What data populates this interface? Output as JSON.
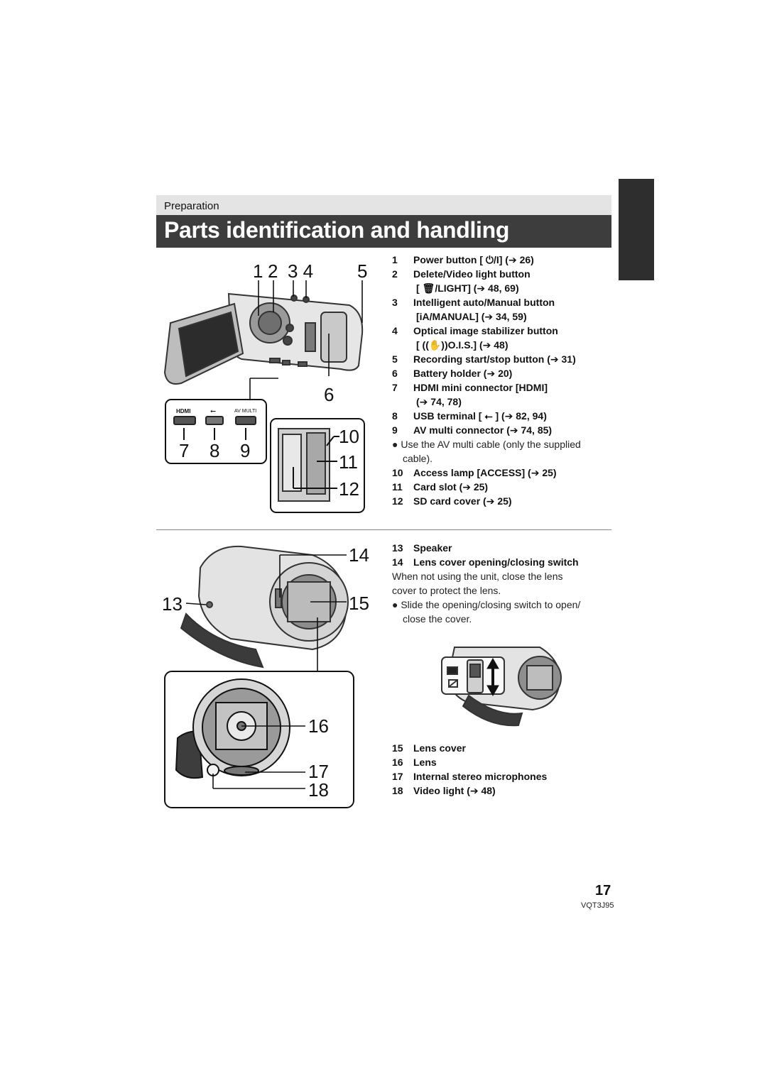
{
  "header": {
    "section_label": "Preparation",
    "page_title": "Parts identification and handling"
  },
  "callouts": {
    "c1": "1",
    "c2": "2",
    "c34": "3 4",
    "c5": "5",
    "c6": "6",
    "c7": "7",
    "c8": "8",
    "c9": "9",
    "c10": "10",
    "c11": "11",
    "c12": "12",
    "c13": "13",
    "c14": "14",
    "c15": "15",
    "c16": "16",
    "c17": "17",
    "c18": "18"
  },
  "connector_labels": {
    "av_multi": "AV MULTI"
  },
  "parts_top": [
    {
      "num": "1",
      "text": "Power button [ ⏻/I] (➔ 26)"
    },
    {
      "num": "2",
      "text": "Delete/Video light button"
    },
    {
      "num": "",
      "text": "[ 🗑/LIGHT] (➔ 48, 69)"
    },
    {
      "num": "3",
      "text": "Intelligent auto/Manual button"
    },
    {
      "num": "",
      "text": "[iA/MANUAL] (➔ 34, 59)"
    },
    {
      "num": "4",
      "text": "Optical image stabilizer button"
    },
    {
      "num": "",
      "text": "[ ((✋))O.I.S.] (➔ 48)"
    },
    {
      "num": "5",
      "text": "Recording start/stop button (➔ 31)"
    },
    {
      "num": "6",
      "text": "Battery holder (➔ 20)"
    },
    {
      "num": "7",
      "text": "HDMI mini connector [HDMI]"
    },
    {
      "num": "",
      "text": "(➔ 74, 78)"
    },
    {
      "num": "8",
      "text": "USB terminal [ ⭠ ] (➔ 82, 94)"
    },
    {
      "num": "9",
      "text": "AV multi connector (➔ 74, 85)"
    }
  ],
  "note_av": [
    "● Use the AV multi cable (only the supplied",
    "cable)."
  ],
  "parts_mid": [
    {
      "num": "10",
      "text": "Access lamp [ACCESS] (➔ 25)"
    },
    {
      "num": "11",
      "text": "Card slot (➔ 25)"
    },
    {
      "num": "12",
      "text": "SD card cover (➔ 25)"
    }
  ],
  "parts_lower": [
    {
      "num": "13",
      "text": "Speaker"
    },
    {
      "num": "14",
      "text": "Lens cover opening/closing switch"
    }
  ],
  "lens_note": [
    "When not using the unit, close the lens",
    "cover to protect the lens."
  ],
  "lens_bullet": [
    "● Slide the opening/closing switch to open/",
    "close the cover."
  ],
  "parts_bottom": [
    {
      "num": "15",
      "text": "Lens cover"
    },
    {
      "num": "16",
      "text": "Lens"
    },
    {
      "num": "17",
      "text": "Internal stereo microphones"
    },
    {
      "num": "18",
      "text": "Video light (➔ 48)"
    }
  ],
  "footer": {
    "page_number": "17",
    "doc_code": "VQT3J95"
  }
}
